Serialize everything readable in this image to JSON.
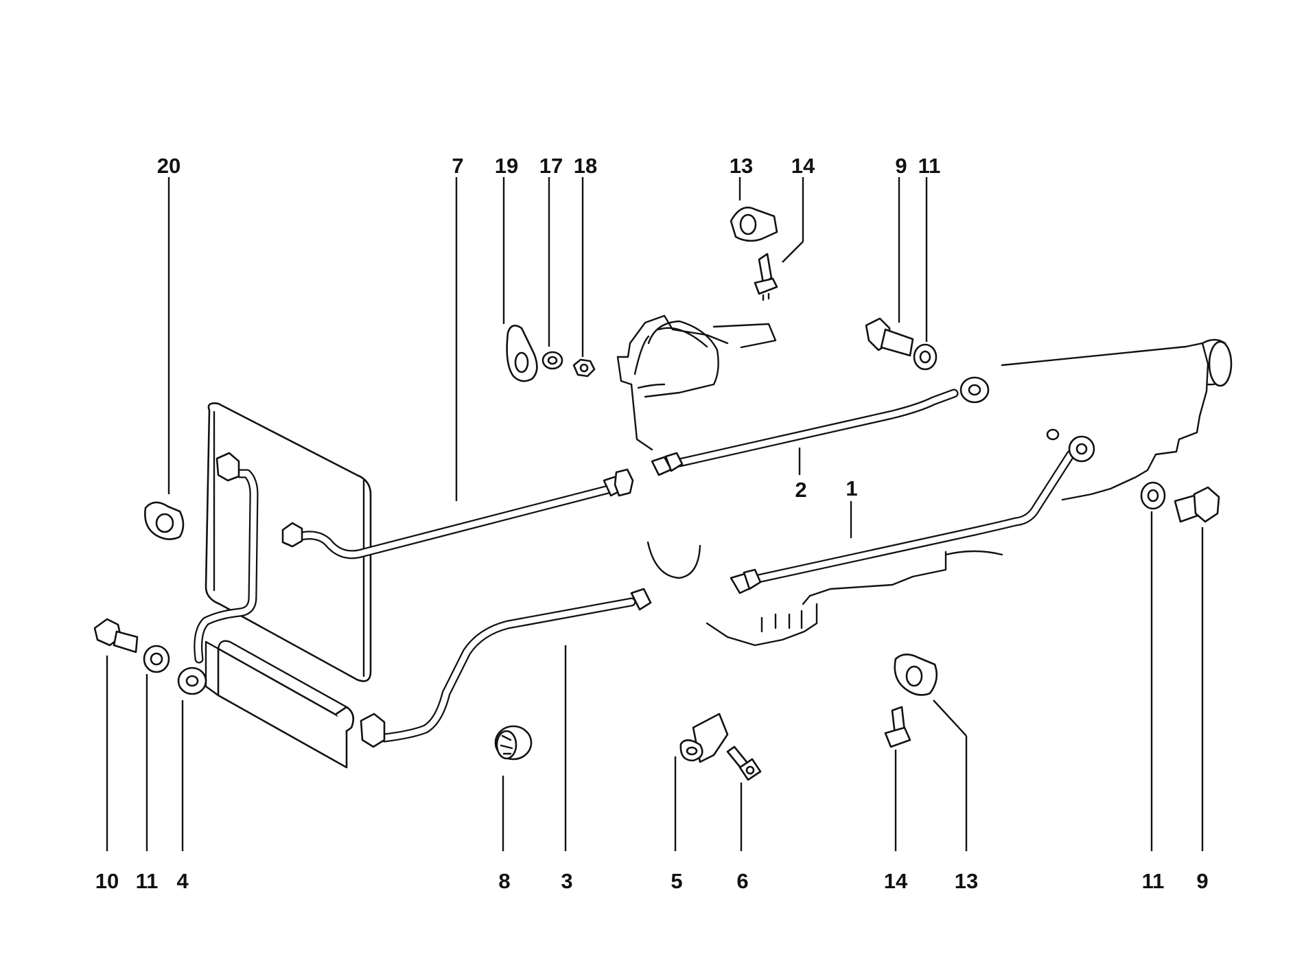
{
  "callouts": {
    "top": [
      {
        "id": "t-20",
        "text": "20"
      },
      {
        "id": "t-7",
        "text": "7"
      },
      {
        "id": "t-19",
        "text": "19"
      },
      {
        "id": "t-17",
        "text": "17"
      },
      {
        "id": "t-18",
        "text": "18"
      },
      {
        "id": "t-13",
        "text": "13"
      },
      {
        "id": "t-14",
        "text": "14"
      },
      {
        "id": "t-9",
        "text": "9"
      },
      {
        "id": "t-11",
        "text": "11"
      }
    ],
    "middle": [
      {
        "id": "m-2",
        "text": "2"
      },
      {
        "id": "m-1",
        "text": "1"
      }
    ],
    "bottom": [
      {
        "id": "b-10",
        "text": "10"
      },
      {
        "id": "b-11a",
        "text": "11"
      },
      {
        "id": "b-4",
        "text": "4"
      },
      {
        "id": "b-8",
        "text": "8"
      },
      {
        "id": "b-3",
        "text": "3"
      },
      {
        "id": "b-5",
        "text": "5"
      },
      {
        "id": "b-6",
        "text": "6"
      },
      {
        "id": "b-14",
        "text": "14"
      },
      {
        "id": "b-13",
        "text": "13"
      },
      {
        "id": "b-11b",
        "text": "11"
      },
      {
        "id": "b-9",
        "text": "9"
      }
    ]
  }
}
